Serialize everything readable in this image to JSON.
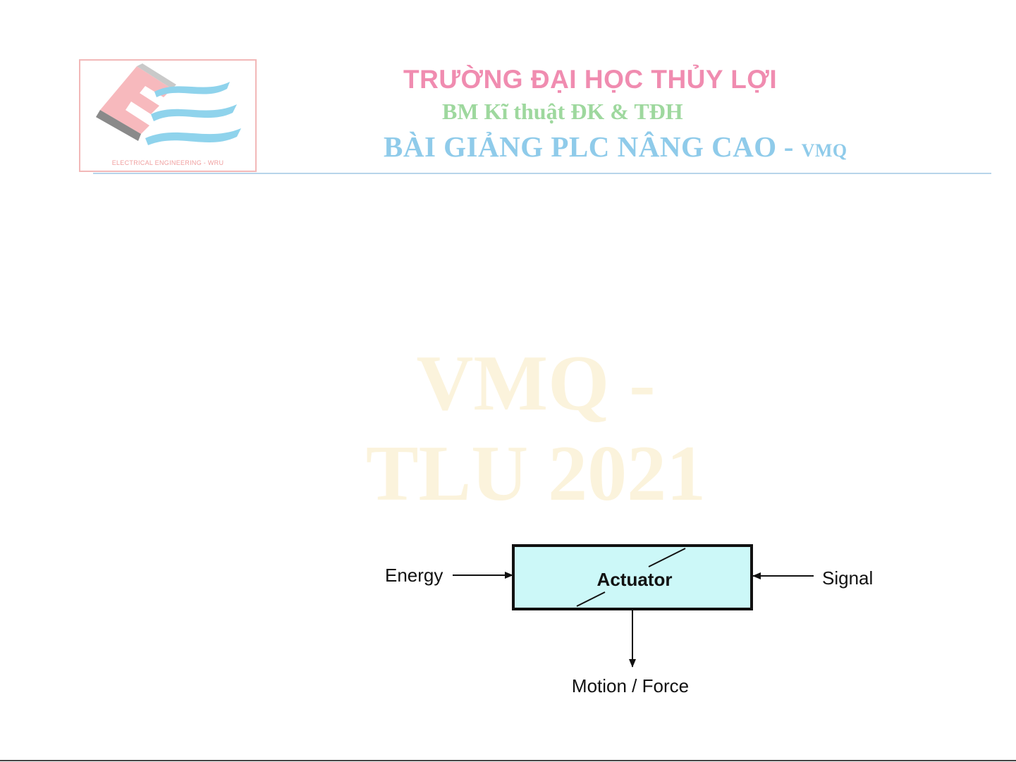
{
  "header": {
    "university": "TRƯỜNG ĐẠI HỌC THỦY LỢI",
    "department": "BM Kĩ thuật ĐK & TĐH",
    "course_title": "BÀI GIẢNG PLC NÂNG CAO",
    "separator": "-",
    "author_tag": "VMQ"
  },
  "logo": {
    "caption": "ELECTRICAL ENGINEERING - WRU"
  },
  "watermark": {
    "line1": "VMQ -",
    "line2": "TLU 2021"
  },
  "diagram": {
    "block_label": "Actuator",
    "input_left": "Energy",
    "input_right": "Signal",
    "output_bottom": "Motion / Force",
    "block_fill": "#ccf8f8",
    "stroke": "#111111"
  },
  "colors": {
    "university": "#f08cb0",
    "department": "#9ed89e",
    "course": "#8fcbea",
    "watermark": "#fbf3dc"
  }
}
